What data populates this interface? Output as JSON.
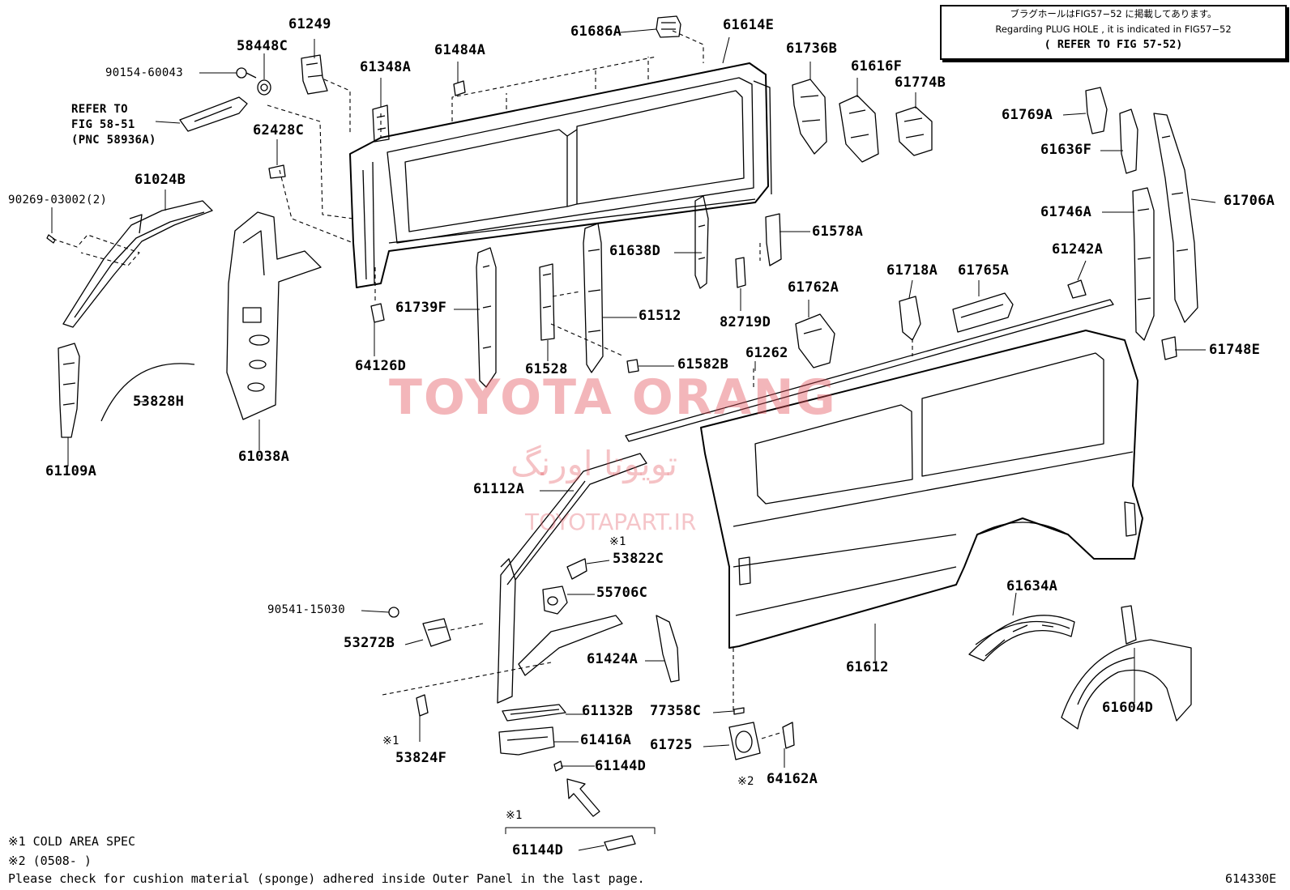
{
  "note_box": {
    "line1": "ブラグホールはFIG57−52 に掲載してあります。",
    "line2": "Regarding PLUG HOLE , it is indicated in FIG57−52",
    "line3": "( REFER TO FIG 57-52)"
  },
  "labels": {
    "p61249": "61249",
    "p58448C": "58448C",
    "p90154": "90154-60043",
    "refer_fig": "REFER TO\nFIG 58-51\n(PNC 58936A)",
    "p61348A": "61348A",
    "p61484A": "61484A",
    "p61686A": "61686A",
    "p61614E": "61614E",
    "p61736B": "61736B",
    "p61616F": "61616F",
    "p61774B": "61774B",
    "p62428C": "62428C",
    "p90269": "90269-03002(2)",
    "p61024B": "61024B",
    "p61769A": "61769A",
    "p61636F": "61636F",
    "p61706A": "61706A",
    "p61746A": "61746A",
    "p61578A": "61578A",
    "p61638D": "61638D",
    "p61242A": "61242A",
    "p61718A": "61718A",
    "p61765A": "61765A",
    "p61762A": "61762A",
    "p82719D": "82719D",
    "p61739F": "61739F",
    "p61512": "61512",
    "p61748E": "61748E",
    "p64126D": "64126D",
    "p61528": "61528",
    "p61582B": "61582B",
    "p61262": "61262",
    "p53828H": "53828H",
    "p61109A": "61109A",
    "p61038A": "61038A",
    "p61112A": "61112A",
    "mark1a": "※1",
    "p53822C": "53822C",
    "p55706C": "55706C",
    "p90541": "90541-15030",
    "p53272B": "53272B",
    "p61424A": "61424A",
    "p61634A": "61634A",
    "p61612": "61612",
    "p61604D": "61604D",
    "p61132B": "61132B",
    "p77358C": "77358C",
    "p61416A": "61416A",
    "p61725": "61725",
    "mark1b": "※1",
    "p53824F": "53824F",
    "p61144D_a": "61144D",
    "mark2": "※2",
    "p64162A": "64162A",
    "mark1c": "※1",
    "p61144D_b": "61144D"
  },
  "footer": {
    "note1": "※1 COLD AREA SPEC",
    "note2": "※2 (0508-      )",
    "note3": "Please check for cushion material (sponge) adhered inside Outer Panel in the last page.",
    "fig_code": "614330E"
  },
  "watermark": {
    "brand": "TOYOTA ORANG",
    "persian": "تویوتا اورنگ",
    "site": "TOYOTAPART.IR"
  }
}
